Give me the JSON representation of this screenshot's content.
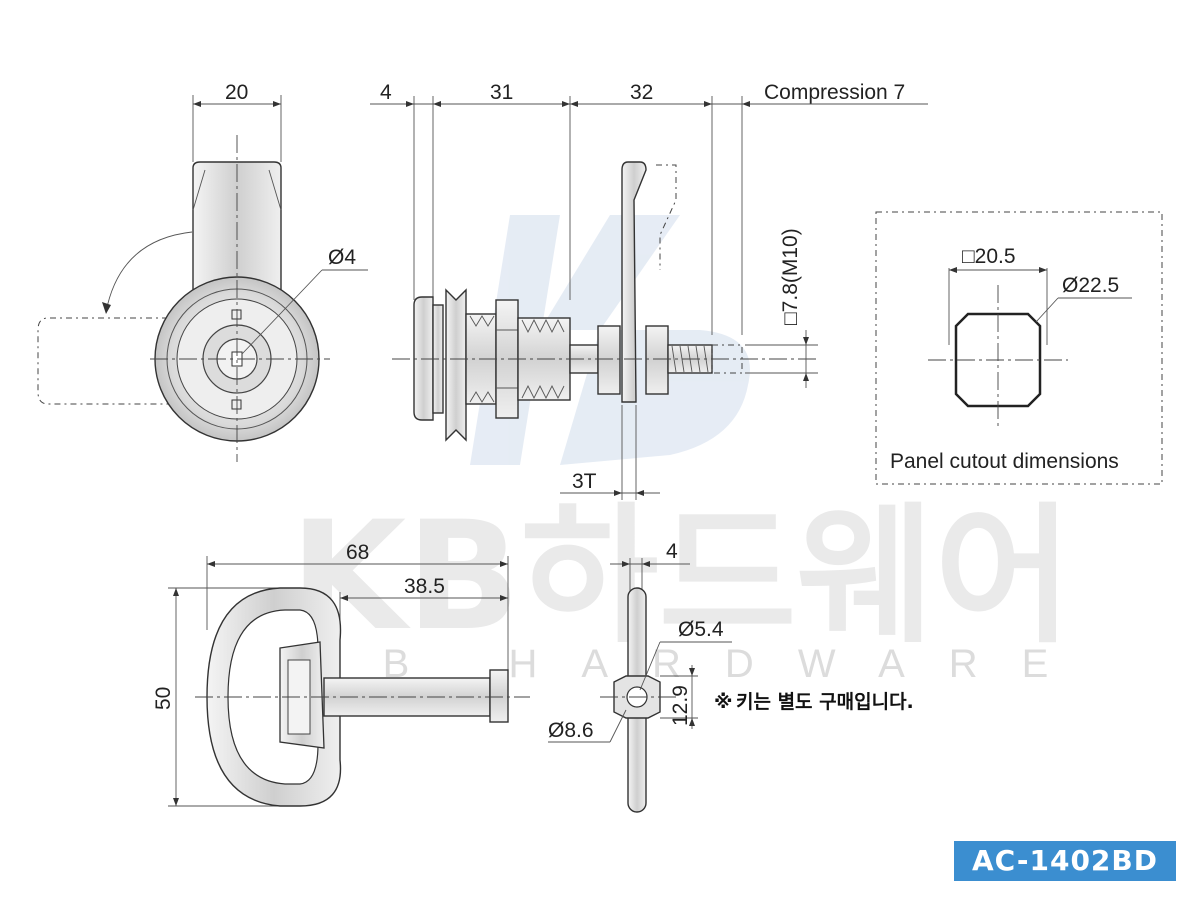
{
  "watermark": {
    "title": "KB하드웨어",
    "subtitle": "KB HARDWARE"
  },
  "dimensions": {
    "front_width": "20",
    "key_hole": "Ø4",
    "side_a": "4",
    "side_b": "31",
    "side_c": "32",
    "compression": "Compression 7",
    "shaft": "□7.8(M10)",
    "thickness": "3T",
    "key_length": "68",
    "key_shaft": "38.5",
    "key_height": "50",
    "key_tip": "4",
    "key_d1": "Ø5.4",
    "key_d2": "Ø8.6",
    "key_w": "12.9"
  },
  "cutout": {
    "square": "□20.5",
    "dia": "Ø22.5",
    "caption": "Panel cutout dimensions"
  },
  "note": {
    "mark": "※",
    "text": "키는 별도 구매입니다."
  },
  "model": "AC-1402BD",
  "colors": {
    "badge": "#3b8ed0",
    "note_mark": "#d62020"
  }
}
